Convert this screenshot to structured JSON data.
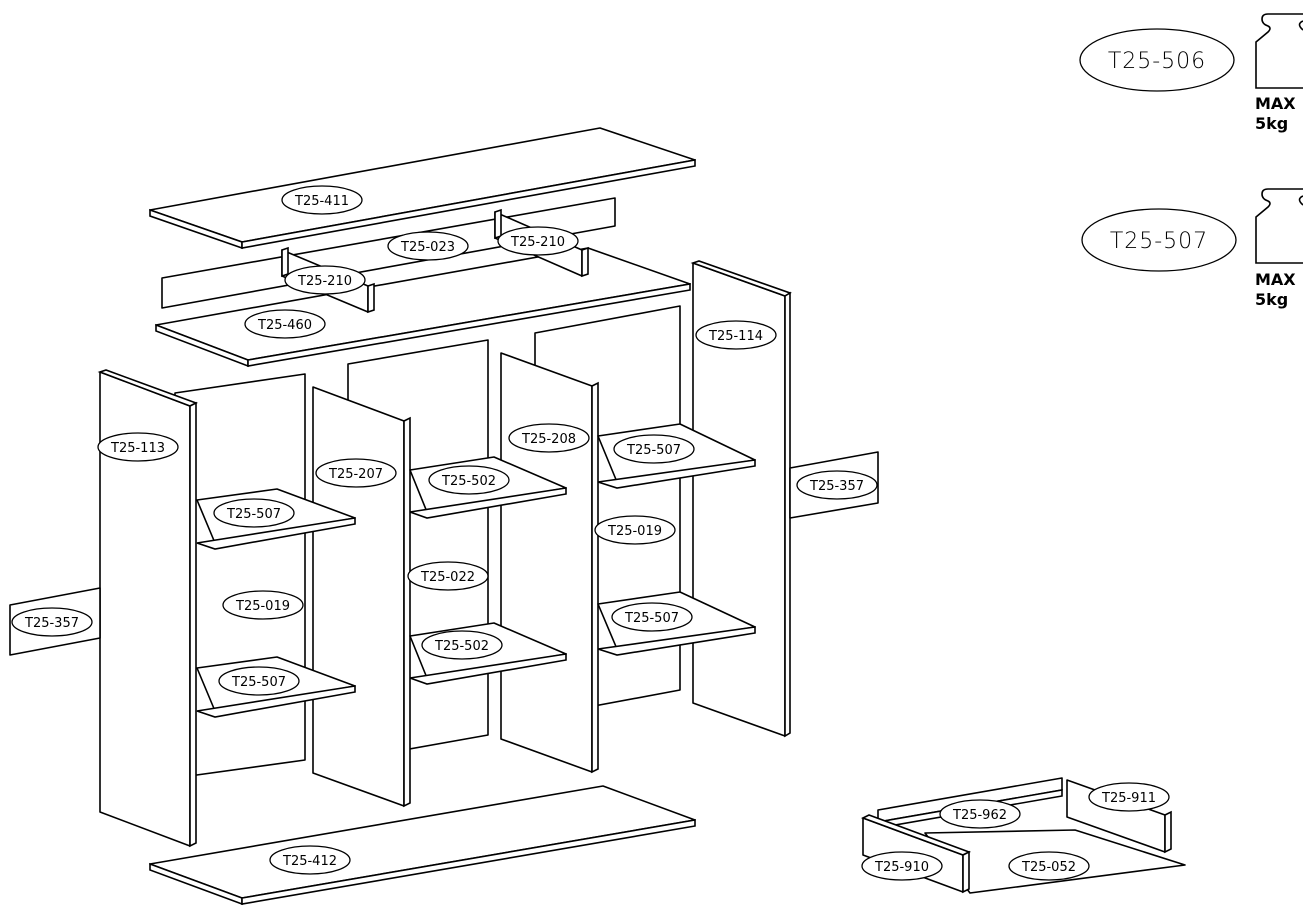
{
  "legend": [
    {
      "code": "T25-506",
      "max_line1": "MAX",
      "max_line2": "5kg"
    },
    {
      "code": "T25-507",
      "max_line1": "MAX",
      "max_line2": "5kg"
    }
  ],
  "parts": {
    "top_board": "T25-411",
    "back_upper": "T25-023",
    "divider_right": "T25-210",
    "divider_left": "T25-210",
    "upper_shelf": "T25-460",
    "side_right": "T25-114",
    "side_left": "T25-113",
    "divider_1": "T25-207",
    "divider_2": "T25-208",
    "shelf_l_top": "T25-507",
    "shelf_l_bottom": "T25-507",
    "back_left": "T25-019",
    "back_mid": "T25-022",
    "back_right": "T25-019",
    "shelf_m_top": "T25-502",
    "shelf_m_bottom": "T25-502",
    "shelf_r_top": "T25-507",
    "shelf_r_bottom": "T25-507",
    "rail_right": "T25-357",
    "rail_left": "T25-357",
    "bottom_board": "T25-412",
    "drawer_back": "T25-962",
    "drawer_side_right": "T25-911",
    "drawer_front": "T25-910",
    "drawer_bottom": "T25-052"
  }
}
